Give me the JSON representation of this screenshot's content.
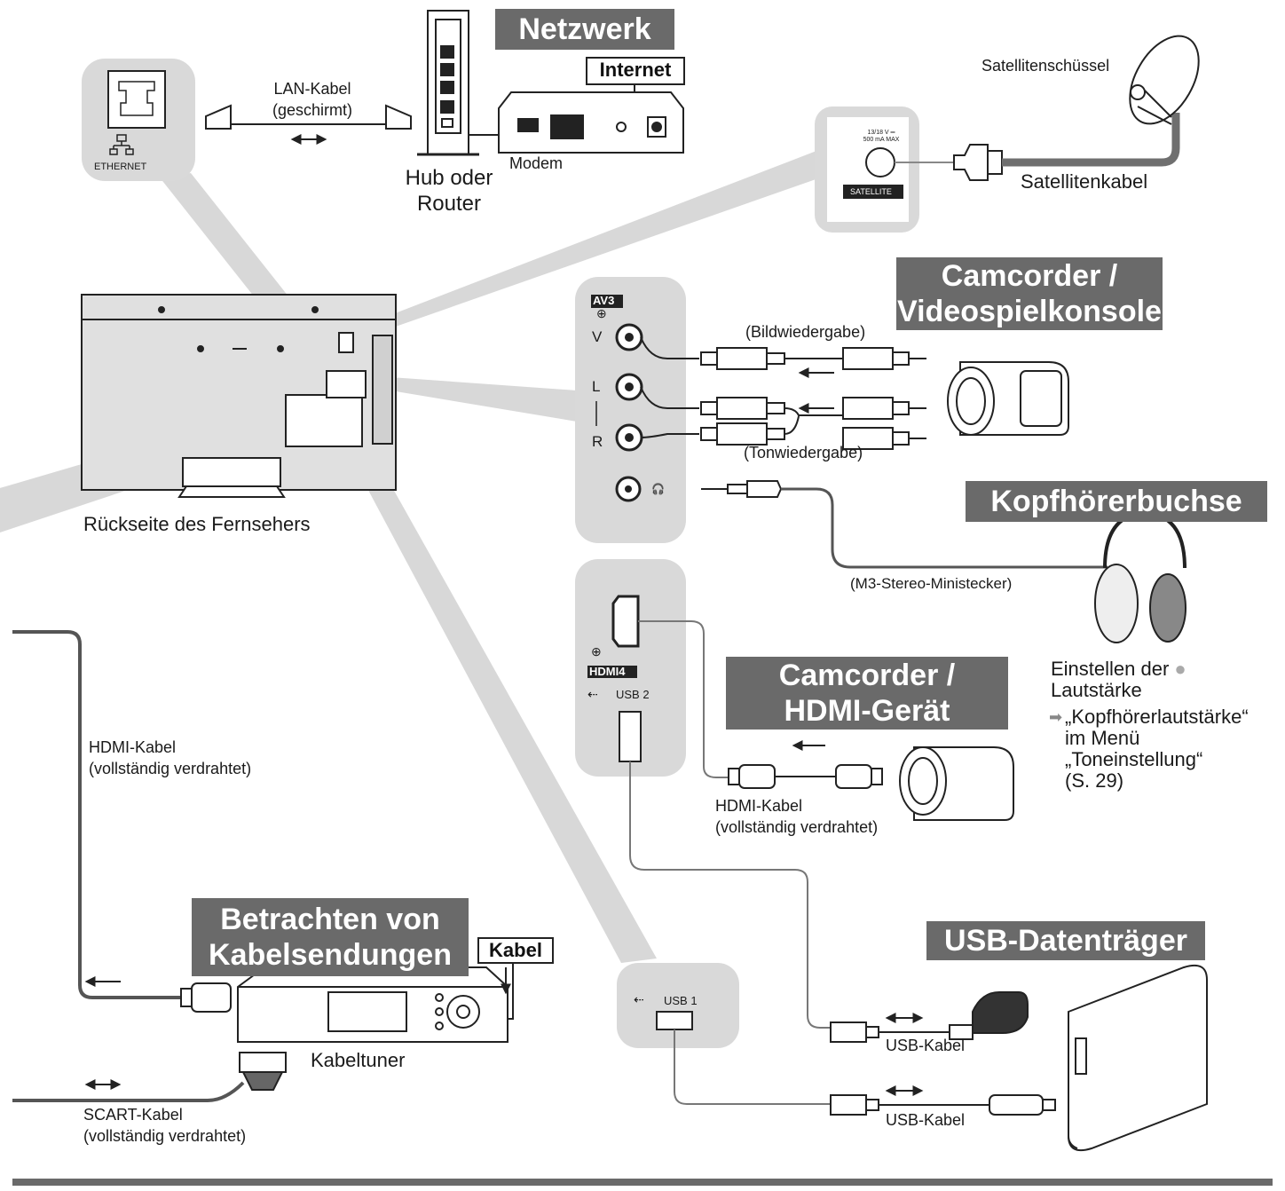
{
  "banners": {
    "netzwerk": "Netzwerk",
    "camcorder_video": "Camcorder /\nVideospielkonsole",
    "kopfhoerer": "Kopfhörerbuchse",
    "camcorder_hdmi": "Camcorder /\nHDMI-Gerät",
    "kabelsendungen": "Betrachten von\nKabelsendungen",
    "usb": "USB-Datenträger"
  },
  "boxed": {
    "internet": "Internet",
    "kabel": "Kabel"
  },
  "labels": {
    "lan_kabel": "LAN-Kabel\n(geschirmt)",
    "ethernet": "ETHERNET",
    "hub_router": "Hub oder\nRouter",
    "modem": "Modem",
    "satellitenschuessel": "Satellitenschüssel",
    "satellitenkabel": "Satellitenkabel",
    "satellite_port": "SATELLITE",
    "satellite_spec": "13/18 V ═\n500 mA MAX",
    "tv_back": "Rückseite des Fernsehers",
    "bildwiedergabe": "(Bildwiedergabe)",
    "tonwiedergabe": "(Tonwiedergabe)",
    "m3_stecker": "(M3-Stereo-Ministecker)",
    "lautstaerke": "Einstellen der ●\nLautstärke",
    "menu_ref": "„Kopfhörerlautstärke“\nim Menü\n„Toneinstellung“\n(S. 29)",
    "hdmi_kabel_left": "HDMI-Kabel\n(vollständig verdrahtet)",
    "hdmi_kabel_mid": "HDMI-Kabel\n(vollständig verdrahtet)",
    "kabeltuner": "Kabeltuner",
    "scart_kabel": "SCART-Kabel\n(vollständig verdrahtet)",
    "usb_kabel_1": "USB-Kabel",
    "usb_kabel_2": "USB-Kabel"
  },
  "ports": {
    "av3": "AV3",
    "v": "V",
    "l": "L",
    "r": "R",
    "hdmi4": "HDMI4",
    "usb2": "USB 2",
    "usb1": "USB 1"
  },
  "colors": {
    "banner_bg": "#6a6a6a",
    "panel_bg": "#d9d9d9",
    "beam": "#cfcfcf",
    "cable": "#7a7a7a",
    "line": "#222222"
  },
  "icons": [
    "network-icon",
    "usb-icon",
    "input-arrow-icon",
    "headphone-jack-icon",
    "arrow-icon"
  ]
}
